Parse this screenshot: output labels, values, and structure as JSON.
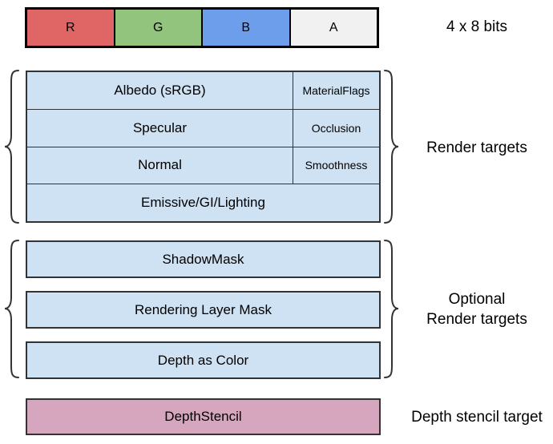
{
  "colors": {
    "red": "#E06666",
    "green": "#93C47D",
    "blue": "#6D9EEB",
    "gray": "#F1F1F1",
    "light_blue": "#CFE2F3",
    "pink": "#D5A6BD",
    "border": "#333333",
    "text": "#000000"
  },
  "bit_bar": {
    "caption": "4 x 8 bits",
    "cells": [
      {
        "label": "R",
        "color": "#E06666"
      },
      {
        "label": "G",
        "color": "#93C47D"
      },
      {
        "label": "B",
        "color": "#6D9EEB"
      },
      {
        "label": "A",
        "color": "#F1F1F1"
      }
    ]
  },
  "gbuffer": {
    "label": "Render targets",
    "rows": [
      {
        "main": "Albedo (sRGB)",
        "side": "MaterialFlags"
      },
      {
        "main": "Specular",
        "side": "Occlusion"
      },
      {
        "main": "Normal",
        "side": "Smoothness"
      },
      {
        "main": "Emissive/GI/Lighting"
      }
    ]
  },
  "optional": {
    "label_line1": "Optional",
    "label_line2": "Render targets",
    "boxes": [
      {
        "label": "ShadowMask"
      },
      {
        "label": "Rendering Layer Mask"
      },
      {
        "label": "Depth as Color"
      }
    ]
  },
  "depth": {
    "box_label": "DepthStencil",
    "label": "Depth stencil target"
  }
}
